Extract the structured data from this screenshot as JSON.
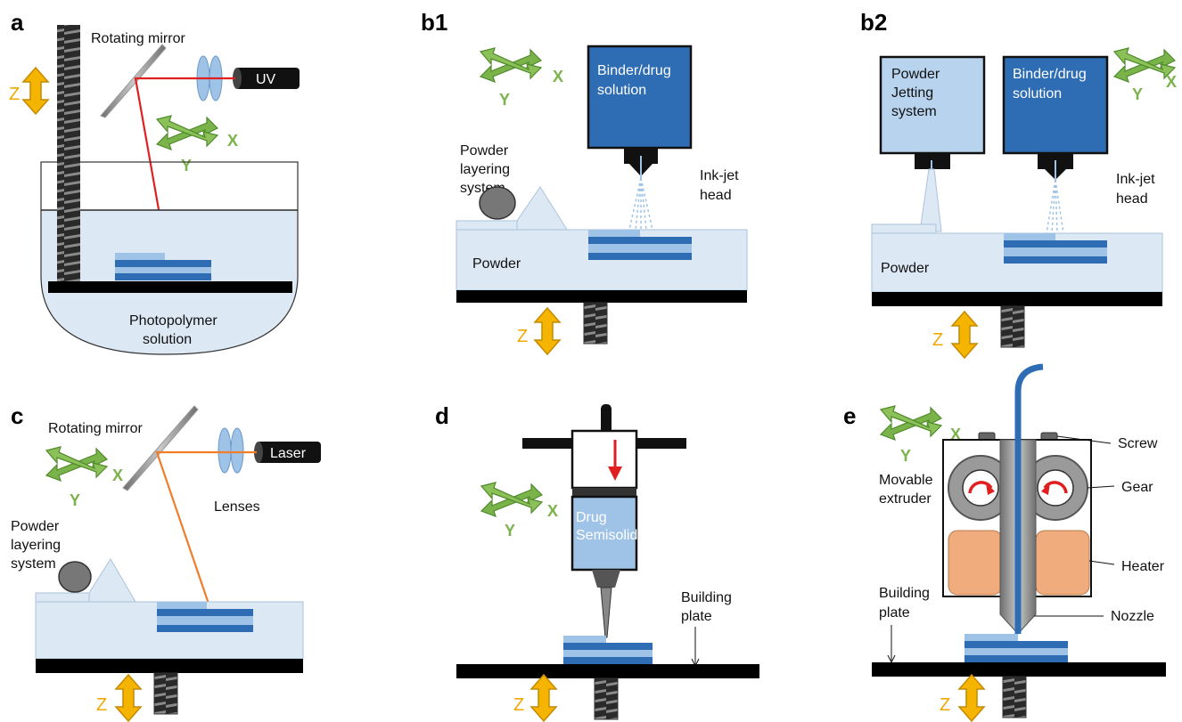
{
  "panels": {
    "a": {
      "letter": "a",
      "mirror": "Rotating mirror",
      "source": "UV",
      "z": "Z",
      "x": "X",
      "y": "Y",
      "solution": [
        "Photopolymer",
        "solution"
      ]
    },
    "b1": {
      "letter": "b1",
      "binder": [
        "Binder/drug",
        "solution"
      ],
      "layering": [
        "Powder",
        "layering",
        "system"
      ],
      "inkjet": [
        "Ink-jet",
        "head"
      ],
      "powder": "Powder",
      "z": "Z",
      "x": "X",
      "y": "Y"
    },
    "b2": {
      "letter": "b2",
      "jetting": [
        "Powder",
        "Jetting",
        "system"
      ],
      "binder": [
        "Binder/drug",
        "solution"
      ],
      "inkjet": [
        "Ink-jet",
        "head"
      ],
      "powder": "Powder",
      "z": "Z",
      "x": "X",
      "y": "Y"
    },
    "c": {
      "letter": "c",
      "mirror": "Rotating mirror",
      "source": "Laser",
      "lenses": "Lenses",
      "layering": [
        "Powder",
        "layering",
        "system"
      ],
      "z": "Z",
      "x": "X",
      "y": "Y"
    },
    "d": {
      "letter": "d",
      "drug": [
        "Drug",
        "Semisolid"
      ],
      "plate": [
        "Building",
        "plate"
      ],
      "z": "Z",
      "x": "X",
      "y": "Y"
    },
    "e": {
      "letter": "e",
      "screw": "Screw",
      "gear": "Gear",
      "heater": "Heater",
      "nozzle": "Nozzle",
      "extruder": [
        "Movable",
        "extruder"
      ],
      "plate": [
        "Building",
        "plate"
      ],
      "z": "Z",
      "x": "X",
      "y": "Y"
    }
  },
  "colors": {
    "dark_blue": "#2e6db4",
    "light_blue": "#9fc3e7",
    "pale_blue": "#dce8f4",
    "laser_red": "#e02020",
    "laser_orange": "#ef7d2a",
    "arrow_yellow": "#f5b400",
    "arrow_green": "#7ab34a",
    "heater": "#f0ac7c"
  }
}
